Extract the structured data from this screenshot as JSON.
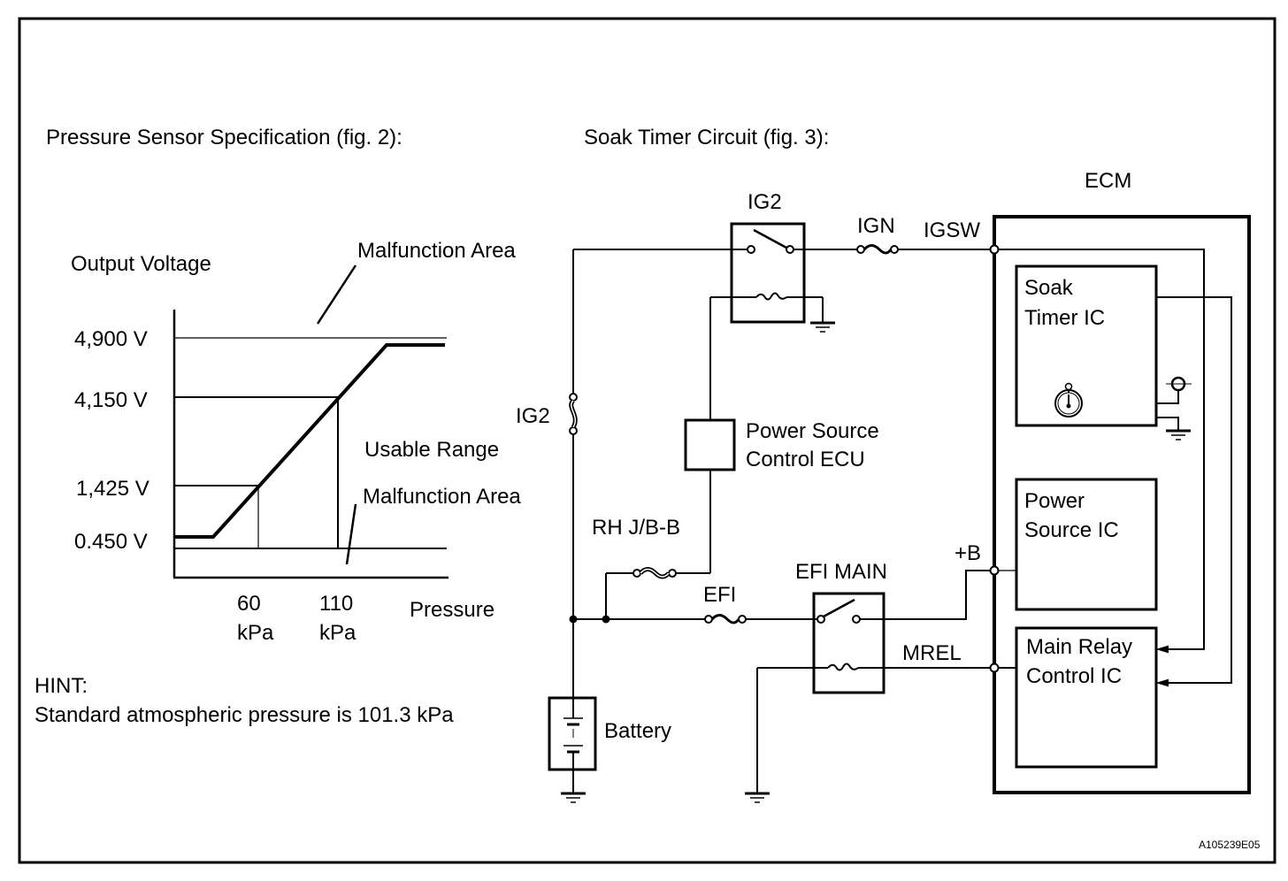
{
  "figure_id": "A105239E05",
  "fig2": {
    "title": "Pressure Sensor Specification (fig. 2):",
    "y_axis_label": "Output Voltage",
    "x_axis_label": "Pressure",
    "upper_malfunction_label": "Malfunction Area",
    "lower_malfunction_label": "Malfunction Area",
    "usable_range_label": "Usable Range",
    "y_ticks": [
      "4,900 V",
      "4,150 V",
      "1,425 V",
      "0.450 V"
    ],
    "x_ticks": [
      {
        "value": "60",
        "unit": "kPa"
      },
      {
        "value": "110",
        "unit": "kPa"
      }
    ],
    "hint_title": "HINT:",
    "hint_text": "Standard atmospheric pressure is 101.3 kPa"
  },
  "chart_data": {
    "type": "line",
    "title": "Pressure Sensor Specification (fig. 2)",
    "xlabel": "Pressure",
    "ylabel": "Output Voltage",
    "y_ticks": [
      "4,900 V",
      "4,150 V",
      "1,425 V",
      "0.450 V"
    ],
    "x_ticks": [
      "60 kPa",
      "110 kPa"
    ],
    "reference_points": [
      {
        "pressure_kpa": 60,
        "voltage": "1,425 V"
      },
      {
        "pressure_kpa": 110,
        "voltage": "4,150 V"
      }
    ],
    "thresholds": {
      "upper_malfunction": "4,900 V",
      "lower_malfunction": "0.450 V"
    },
    "regions": [
      "Malfunction Area",
      "Usable Range",
      "Malfunction Area"
    ],
    "grid": false,
    "legend": "none"
  },
  "fig3": {
    "title": "Soak Timer Circuit (fig. 3):",
    "ecm_label": "ECM",
    "ig2_relay_label": "IG2",
    "ign_fuse_label": "IGN",
    "igsw_terminal_label": "IGSW",
    "ig2_fuse_label": "IG2",
    "power_source_ecu_label_1": "Power Source",
    "power_source_ecu_label_2": "Control ECU",
    "rh_jb_label": "RH J/B-B",
    "efi_fuse_label": "EFI",
    "efi_main_relay_label": "EFI MAIN",
    "plus_b_terminal_label": "+B",
    "mrel_terminal_label": "MREL",
    "battery_label": "Battery",
    "soak_timer_ic_label_1": "Soak",
    "soak_timer_ic_label_2": "Timer IC",
    "power_source_ic_label_1": "Power",
    "power_source_ic_label_2": "Source IC",
    "main_relay_ic_label_1": "Main Relay",
    "main_relay_ic_label_2": "Control IC"
  }
}
